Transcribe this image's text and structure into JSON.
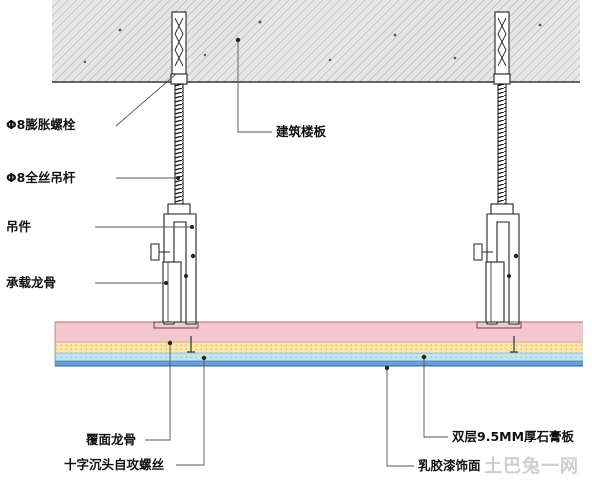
{
  "labels": {
    "expansion_bolt": "Φ8膨胀螺栓",
    "floor_slab": "建筑楼板",
    "threaded_rod": "Φ8全丝吊杆",
    "hanger": "吊件",
    "main_keel": "承载龙骨",
    "cover_keel": "覆面龙骨",
    "gypsum_board": "双层9.5MM厚石膏板",
    "screw": "十字沉头自攻螺丝",
    "latex_paint": "乳胶漆饰面"
  },
  "watermark": "土巴兔一网",
  "colors": {
    "slab_fill": "#e6e6e6",
    "keel_band": "#f6c6cf",
    "board_yellow": "#fbe6a8",
    "board_cyan": "#bfe6f2",
    "finish_blue": "#6aa0d6",
    "line": "#333333"
  }
}
